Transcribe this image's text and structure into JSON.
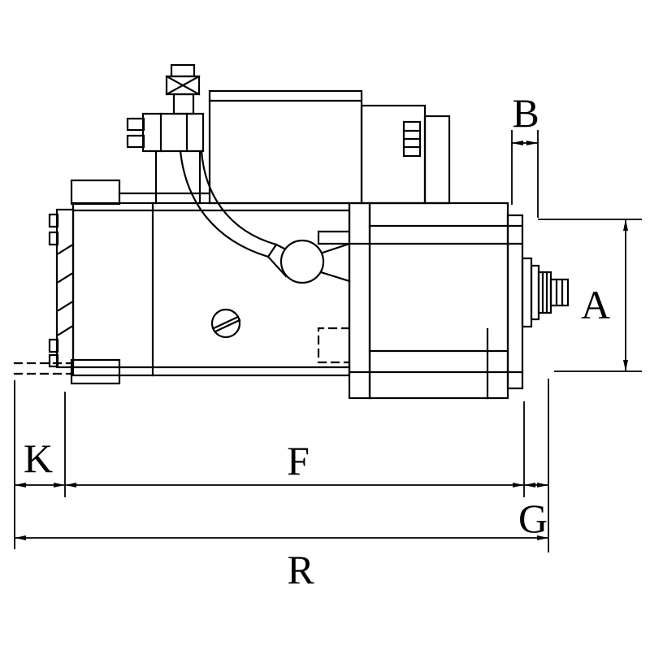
{
  "diagram": {
    "type": "technical-dimension-drawing",
    "subject": "Starter motor side view with dimension callouts",
    "colors": {
      "line": "#000000",
      "background": "#ffffff"
    },
    "dimension_labels": {
      "b": "B",
      "a": "A",
      "k": "K",
      "f": "F",
      "g": "G",
      "r": "R"
    }
  }
}
